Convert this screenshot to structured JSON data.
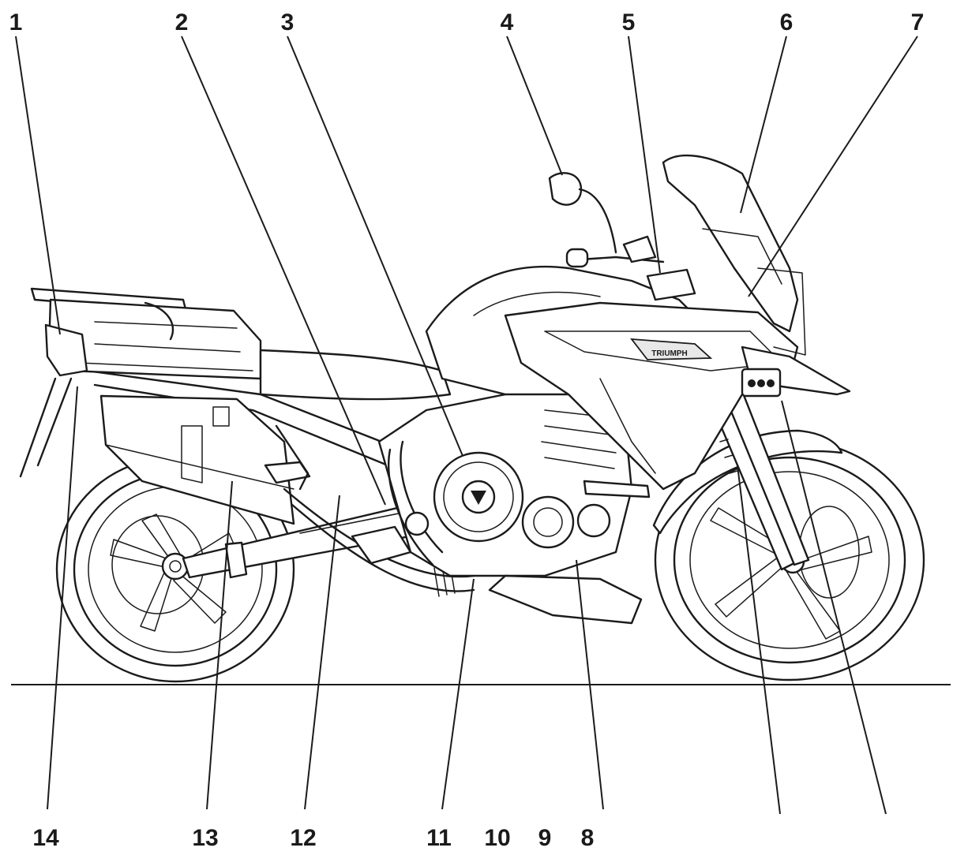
{
  "diagram": {
    "callouts_top": [
      "1",
      "2",
      "3",
      "4",
      "5",
      "6",
      "7"
    ],
    "callouts_bottom": [
      "14",
      "13",
      "12",
      "11",
      "10",
      "9",
      "8"
    ],
    "unlabeled_leaders": 2,
    "tank_badge": "TRIUMPH"
  }
}
